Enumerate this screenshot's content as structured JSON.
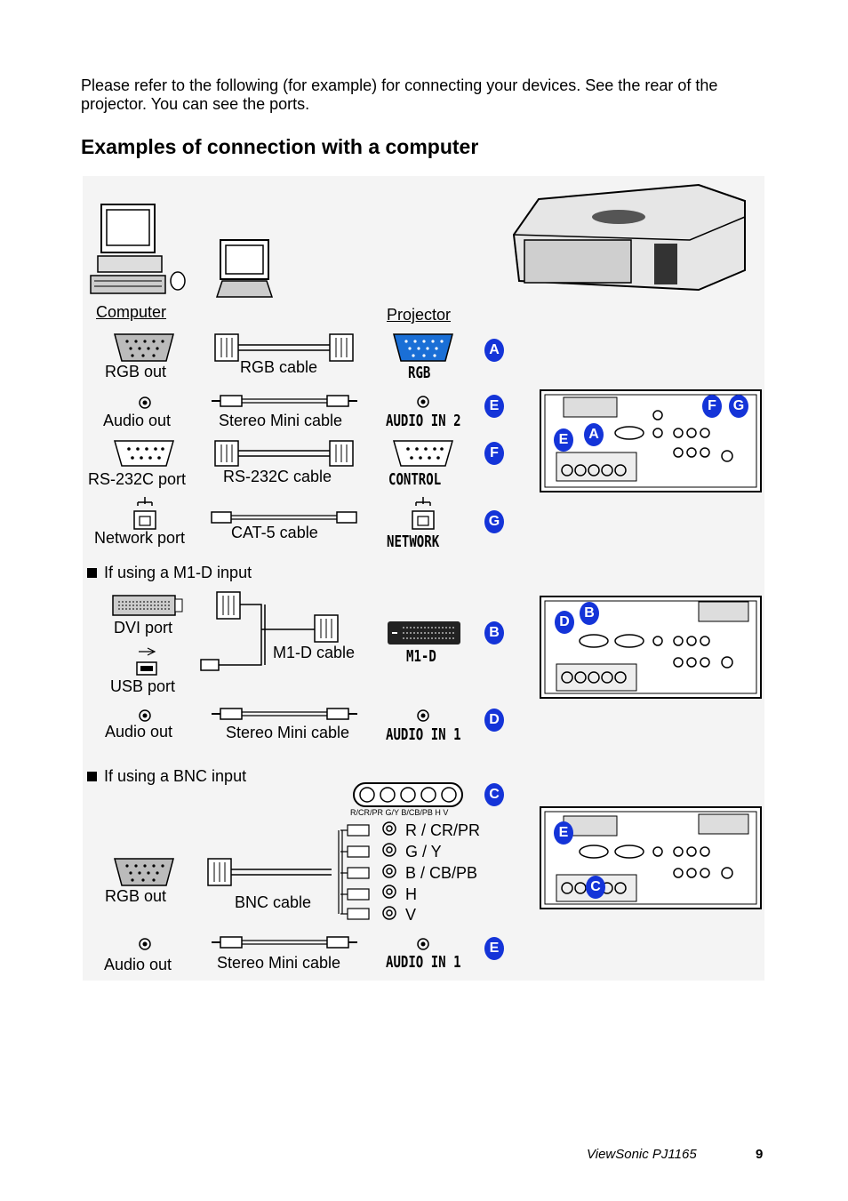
{
  "intro": "Please refer to the following (for example) for connecting your devices. See the rear of the projector. You can see the ports.",
  "heading": "Examples of connection with a computer",
  "labels": {
    "computer": "Computer",
    "projector": "Projector"
  },
  "rows": [
    {
      "device": "RGB out",
      "cable": "RGB cable",
      "port": "RGB",
      "badge": "A"
    },
    {
      "device": "Audio out",
      "cable": "Stereo Mini cable",
      "port": "AUDIO IN 2",
      "badge": "E"
    },
    {
      "device": "RS-232C port",
      "cable": "RS-232C cable",
      "port": "CONTROL",
      "badge": "F"
    },
    {
      "device": "Network port",
      "cable": "CAT-5 cable",
      "port": "NETWORK",
      "badge": "G"
    }
  ],
  "m1d_section": {
    "title": "If using a M1-D input",
    "dvi_port": "DVI port",
    "usb_port": "USB port",
    "cable": "M1-D cable",
    "port": "M1-D",
    "badge": "B",
    "audio_device": "Audio out",
    "audio_cable": "Stereo Mini cable",
    "audio_port": "AUDIO IN 1",
    "audio_badge": "D"
  },
  "bnc_section": {
    "title": "If using a BNC input",
    "device": "RGB out",
    "cable": "BNC cable",
    "connector_caption": "R/CR/PR G/Y B/CB/PB H V",
    "badge": "C",
    "signals": [
      "R / CR/PR",
      "G / Y",
      "B / CB/PB",
      "H",
      "V"
    ],
    "audio_device": "Audio out",
    "audio_cable": "Stereo Mini cable",
    "audio_port": "AUDIO IN 1",
    "audio_badge": "E"
  },
  "panel_badges": {
    "panel1": [
      "F",
      "G",
      "E",
      "A"
    ],
    "panel2": [
      "D",
      "B"
    ],
    "panel3": [
      "E",
      "C"
    ]
  },
  "footer": {
    "product": "ViewSonic  PJ1165",
    "page": "9"
  },
  "colors": {
    "badge": "#1434d8",
    "rgb_port": "#1a6fd6",
    "panel_bg": "#f4f4f4"
  }
}
